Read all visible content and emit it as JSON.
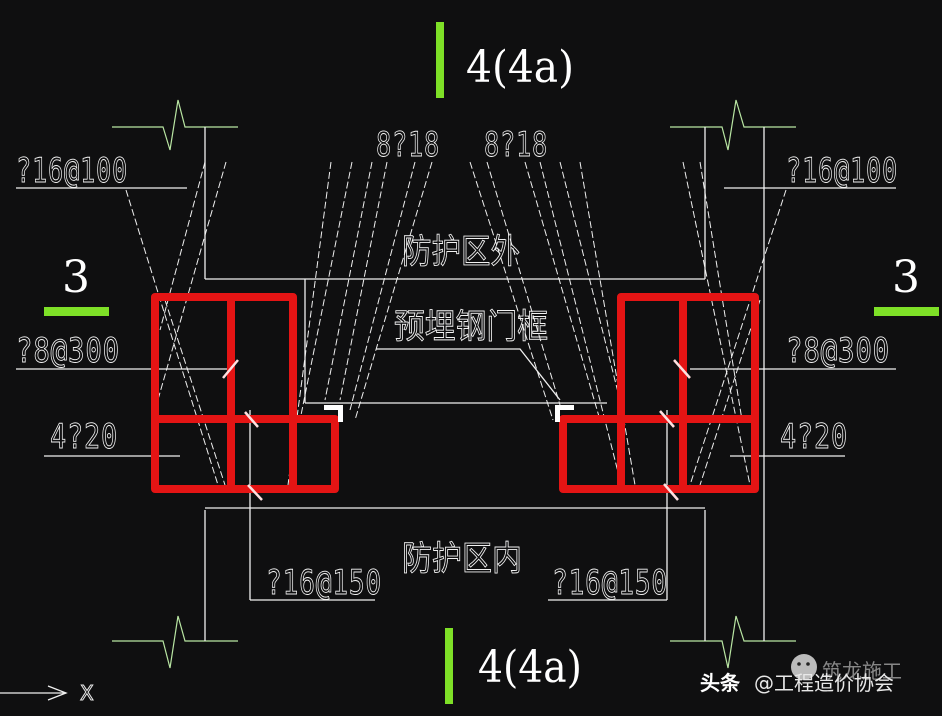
{
  "drawing": {
    "type": "rebar-section-detail",
    "background": "#0f0f10",
    "colors": {
      "rebar_frame": "#e41414",
      "section_marker": "#7ee027",
      "break_line": "#b9e6a3",
      "annotation": "#f2f2f2"
    }
  },
  "section_marks": {
    "top": {
      "label": "4(4a)"
    },
    "bottom": {
      "label": "4(4a)"
    },
    "left": {
      "label": "3"
    },
    "right": {
      "label": "3"
    }
  },
  "annotations": {
    "left": {
      "top_bar": "?16@100",
      "stirrup": "?8@300",
      "corner_bars": "4?20",
      "bottom_bar": "?16@150"
    },
    "right": {
      "top_bar": "?16@100",
      "stirrup": "?8@300",
      "corner_bars": "4?20",
      "bottom_bar": "?16@150"
    },
    "center": {
      "bars_left": "8?18",
      "bars_right": "8?18",
      "outside_zone": "防护区外",
      "embedded_frame": "预埋钢门框",
      "inside_zone": "防护区内"
    }
  },
  "axis": {
    "label": "X"
  },
  "watermark": {
    "prefix": "头条",
    "handle": "@工程造价协会",
    "overlay": "筑龙施工"
  }
}
